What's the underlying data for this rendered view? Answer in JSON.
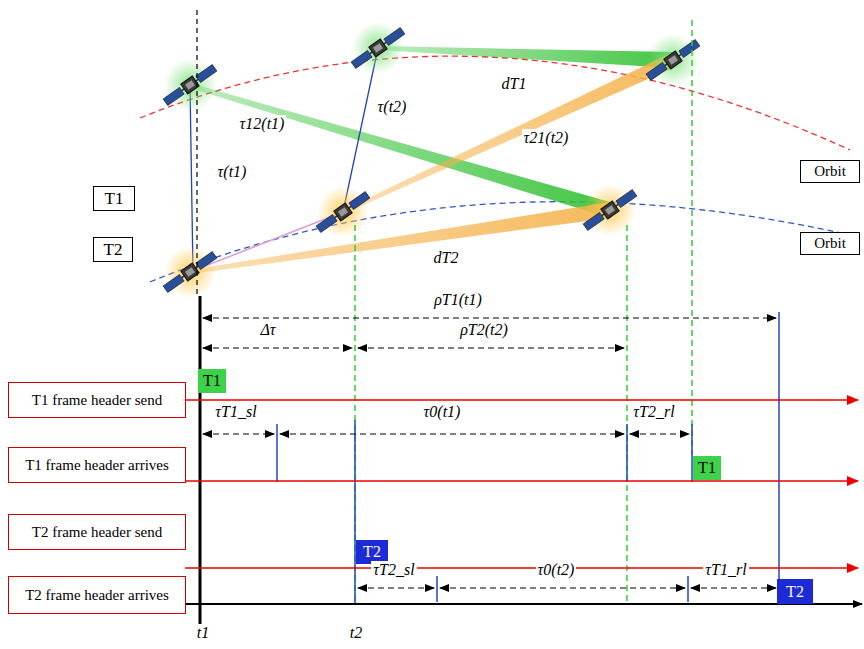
{
  "diagram": {
    "nodes": [
      {
        "text": [
          "T1"
        ]
      },
      {
        "text": [
          "T2"
        ]
      },
      {
        "text": [
          "Orbit"
        ]
      },
      {
        "text": [
          "Orbit"
        ]
      },
      {
        "text": [
          "T1 frame header send"
        ]
      },
      {
        "text": [
          "T1 frame header arrives"
        ]
      },
      {
        "text": [
          "T2 frame header send"
        ]
      },
      {
        "text": [
          "T2 frame header arrives"
        ]
      },
      {
        "text": [
          "T1"
        ]
      },
      {
        "text": [
          "T1"
        ]
      },
      {
        "text": [
          "T2"
        ]
      },
      {
        "text": [
          "T2"
        ]
      }
    ],
    "labels": [
      "τ(t1)",
      "τ12(t1)",
      "τ(t2)",
      "dT1",
      "τ21(t2)",
      "dT2",
      "ρT1(t1)",
      "Δτ",
      "ρT2(t2)",
      "τT1_sl",
      "τ0(t1)",
      "τT2_rl",
      "τT2_sl",
      "τ0(t2)",
      "τT1_rl",
      "t1",
      "t2"
    ]
  }
}
